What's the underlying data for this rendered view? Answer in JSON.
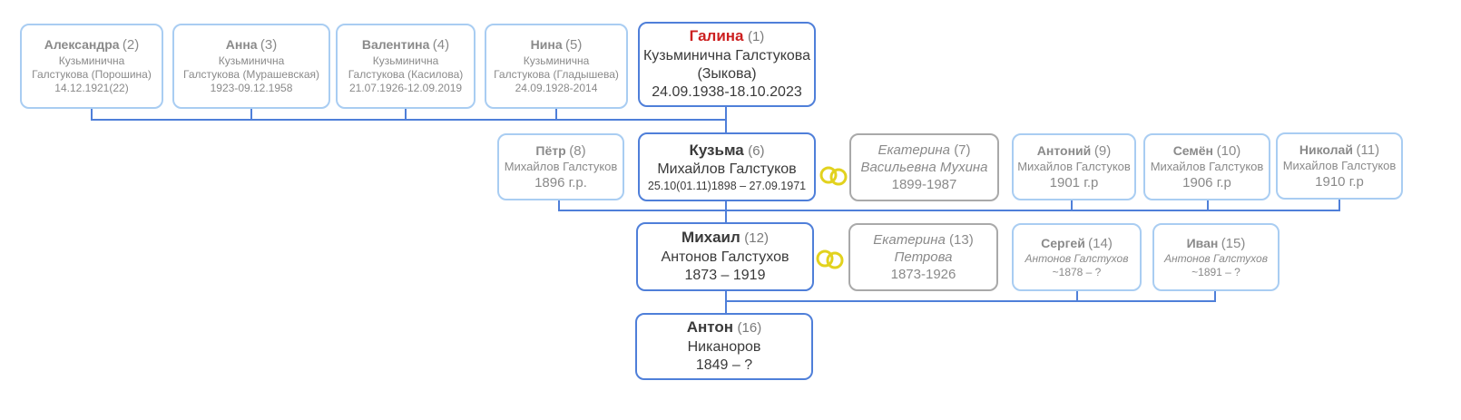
{
  "colors": {
    "main_border": "#4f7fd9",
    "sibling_border": "#a9cdf2",
    "spouse_border": "#a9a9a9",
    "highlight": "#cc1f1f",
    "connector": "#4f7fd9",
    "rings": "#e2d21e"
  },
  "persons": {
    "p1": {
      "name": "Галина",
      "num": "(1)",
      "line1": "Кузьминична Галстукова",
      "line2": "(Зыкова)",
      "dates": "24.09.1938-18.10.2023"
    },
    "p2": {
      "name": "Александра",
      "num": "(2)",
      "line1": "Кузьминична",
      "line2": "Галстукова (Порошина)",
      "dates": "14.12.1921(22)"
    },
    "p3": {
      "name": "Анна",
      "num": "(3)",
      "line1": "Кузьминична",
      "line2": "Галстукова (Мурашевская)",
      "dates": "1923-09.12.1958"
    },
    "p4": {
      "name": "Валентина",
      "num": "(4)",
      "line1": "Кузьминична",
      "line2": "Галстукова (Касилова)",
      "dates": "21.07.1926-12.09.2019"
    },
    "p5": {
      "name": "Нина",
      "num": "(5)",
      "line1": "Кузьминична",
      "line2": "Галстукова (Гладышева)",
      "dates": "24.09.1928-2014"
    },
    "p6": {
      "name": "Кузьма",
      "num": "(6)",
      "line1": "Михайлов Галстуков",
      "dates": "25.10(01.11)1898 – 27.09.1971"
    },
    "p7": {
      "name": "Екатерина",
      "num": "(7)",
      "line1": "Васильевна Мухина",
      "dates": "1899-1987"
    },
    "p8": {
      "name": "Пётр",
      "num": "(8)",
      "line1": "Михайлов Галстуков",
      "dates": "1896 г.р."
    },
    "p9": {
      "name": "Антоний",
      "num": "(9)",
      "line1": "Михайлов Галстуков",
      "dates": "1901 г.р"
    },
    "p10": {
      "name": "Семён",
      "num": "(10)",
      "line1": "Михайлов Галстуков",
      "dates": "1906 г.р"
    },
    "p11": {
      "name": "Николай",
      "num": "(11)",
      "line1": "Михайлов Галстуков",
      "dates": "1910 г.р"
    },
    "p12": {
      "name": "Михаил",
      "num": "(12)",
      "line1": "Антонов Галстухов",
      "dates": "1873 – 1919"
    },
    "p13": {
      "name": "Екатерина",
      "num": "(13)",
      "line1": "Петрова",
      "dates": "1873-1926"
    },
    "p14": {
      "name": "Сергей",
      "num": "(14)",
      "line1": "Антонов Галстухов",
      "dates": "~1878 – ?"
    },
    "p15": {
      "name": "Иван",
      "num": "(15)",
      "line1": "Антонов Галстухов",
      "dates": "~1891 – ?"
    },
    "p16": {
      "name": "Антон",
      "num": "(16)",
      "line1": "Никаноров",
      "dates": "1849 – ?"
    }
  },
  "icons": {
    "marriage": "wedding-rings-icon"
  }
}
